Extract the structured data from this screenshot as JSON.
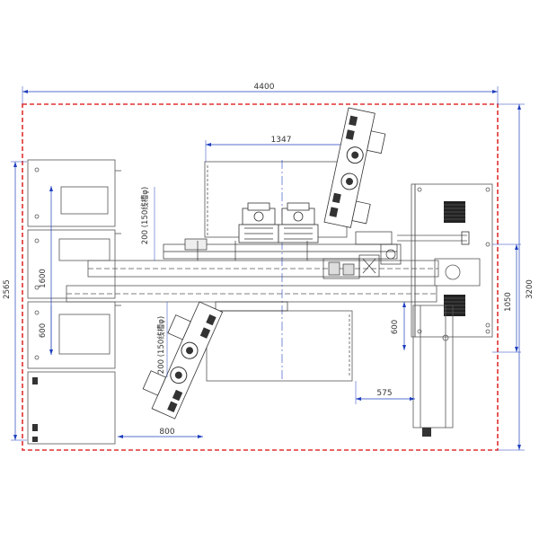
{
  "drawing": {
    "colors": {
      "line": "#555555",
      "dim": "#1f3fbf",
      "boundary": "#e03030",
      "dark": "#222222"
    }
  },
  "dimensions": {
    "overall_width": "4400",
    "overall_height": "3200",
    "left_height": "2565",
    "mid_width": "1347",
    "left_span": "1600",
    "left_low": "600",
    "bottom_left": "800",
    "right_width": "575",
    "right_low": "600",
    "right_height": "1050",
    "note_top": "200 (150线槽φ)",
    "note_bottom": "200 (150线槽φ)"
  }
}
